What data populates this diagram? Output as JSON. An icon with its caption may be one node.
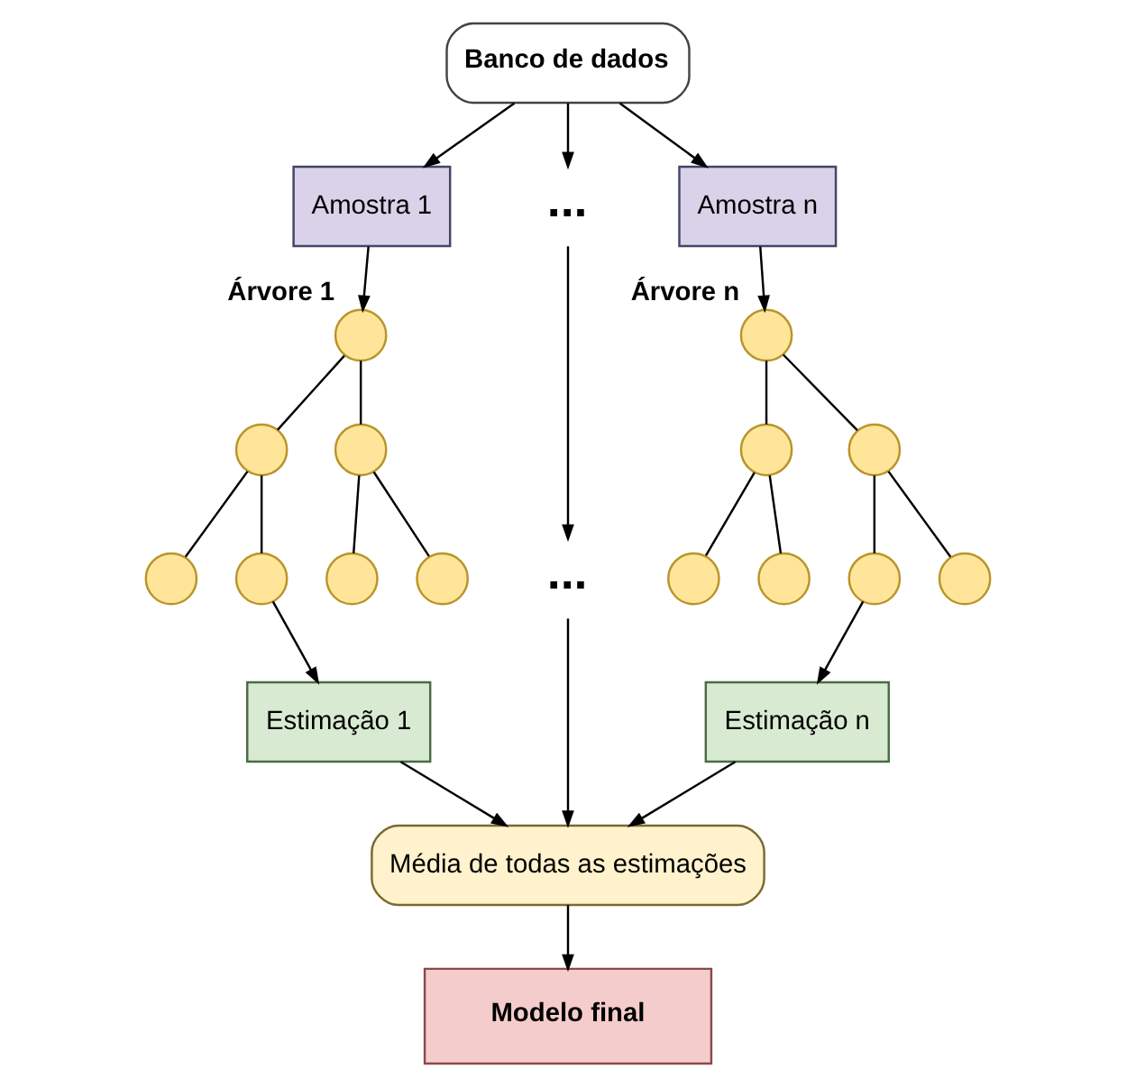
{
  "diagram": {
    "nodes": [
      {
        "text": [
          "Banco de dados"
        ]
      },
      {
        "text": [
          "Amostra 1"
        ]
      },
      {
        "text": [
          "..."
        ]
      },
      {
        "text": [
          "Amostra n"
        ]
      },
      {
        "text": [],
        "shape": "circle",
        "beside": [
          "Árvore 1"
        ]
      },
      {
        "text": [],
        "shape": "circle",
        "beside": [
          "Árvore n"
        ]
      },
      {
        "text": [],
        "shape": "circle"
      },
      {
        "text": [],
        "shape": "circle"
      },
      {
        "text": [],
        "shape": "circle"
      },
      {
        "text": [],
        "shape": "circle"
      },
      {
        "text": [],
        "shape": "circle"
      },
      {
        "text": [],
        "shape": "circle"
      },
      {
        "text": [],
        "shape": "circle"
      },
      {
        "text": [],
        "shape": "circle"
      },
      {
        "text": [
          "..."
        ]
      },
      {
        "text": [],
        "shape": "circle"
      },
      {
        "text": [],
        "shape": "circle"
      },
      {
        "text": [],
        "shape": "circle"
      },
      {
        "text": [],
        "shape": "circle"
      },
      {
        "text": [
          "Estimação 1"
        ]
      },
      {
        "text": [
          "Estimação n"
        ]
      },
      {
        "text": [
          "Média de todas as estimações"
        ]
      },
      {
        "text": [
          "Modelo final"
        ]
      }
    ],
    "edges": [
      {
        "from": 0,
        "to": 1,
        "arrow": "to"
      },
      {
        "from": 0,
        "to": 2,
        "arrow": "to"
      },
      {
        "from": 0,
        "to": 3,
        "arrow": "to"
      },
      {
        "from": 1,
        "to": 4,
        "arrow": "to"
      },
      {
        "from": 3,
        "to": 5,
        "arrow": "to"
      },
      {
        "from": 4,
        "to": 6,
        "arrow": "none"
      },
      {
        "from": 4,
        "to": 7,
        "arrow": "none"
      },
      {
        "from": 6,
        "to": 10,
        "arrow": "none"
      },
      {
        "from": 6,
        "to": 11,
        "arrow": "none"
      },
      {
        "from": 7,
        "to": 12,
        "arrow": "none"
      },
      {
        "from": 7,
        "to": 13,
        "arrow": "none"
      },
      {
        "from": 5,
        "to": 8,
        "arrow": "none"
      },
      {
        "from": 5,
        "to": 9,
        "arrow": "none"
      },
      {
        "from": 8,
        "to": 15,
        "arrow": "none"
      },
      {
        "from": 8,
        "to": 16,
        "arrow": "none"
      },
      {
        "from": 9,
        "to": 17,
        "arrow": "none"
      },
      {
        "from": 9,
        "to": 18,
        "arrow": "none"
      },
      {
        "from": 2,
        "to": 14,
        "arrow": "to"
      },
      {
        "from": 11,
        "to": 19,
        "arrow": "to"
      },
      {
        "from": 17,
        "to": 20,
        "arrow": "to"
      },
      {
        "from": 14,
        "to": 21,
        "arrow": "to"
      },
      {
        "from": 19,
        "to": 21,
        "arrow": "to"
      },
      {
        "from": 20,
        "to": 21,
        "arrow": "to"
      },
      {
        "from": 21,
        "to": 22,
        "arrow": "to"
      }
    ]
  }
}
